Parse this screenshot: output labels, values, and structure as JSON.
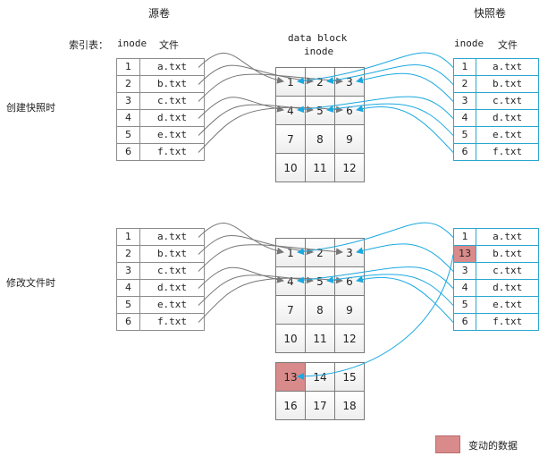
{
  "titles": {
    "source_volume": "源卷",
    "snapshot_volume": "快照卷",
    "index_table": "索引表：",
    "inode_header": "inode",
    "file_header": "文件",
    "data_block_line1": "data block",
    "data_block_line2": "inode"
  },
  "phases": [
    {
      "label": "创建快照时"
    },
    {
      "label": "修改文件时"
    }
  ],
  "src_rows": [
    {
      "inode": "1",
      "file": "a.txt"
    },
    {
      "inode": "2",
      "file": "b.txt"
    },
    {
      "inode": "3",
      "file": "c.txt"
    },
    {
      "inode": "4",
      "file": "d.txt"
    },
    {
      "inode": "5",
      "file": "e.txt"
    },
    {
      "inode": "6",
      "file": "f.txt"
    }
  ],
  "snap_rows_1": [
    {
      "inode": "1",
      "file": "a.txt"
    },
    {
      "inode": "2",
      "file": "b.txt"
    },
    {
      "inode": "3",
      "file": "c.txt"
    },
    {
      "inode": "4",
      "file": "d.txt"
    },
    {
      "inode": "5",
      "file": "e.txt"
    },
    {
      "inode": "6",
      "file": "f.txt"
    }
  ],
  "snap_rows_2": [
    {
      "inode": "1",
      "file": "a.txt"
    },
    {
      "inode": "13",
      "file": "b.txt",
      "changed": true
    },
    {
      "inode": "3",
      "file": "c.txt"
    },
    {
      "inode": "4",
      "file": "d.txt"
    },
    {
      "inode": "5",
      "file": "e.txt"
    },
    {
      "inode": "6",
      "file": "f.txt"
    }
  ],
  "blocks_1": [
    "1",
    "2",
    "3",
    "4",
    "5",
    "6",
    "7",
    "8",
    "9",
    "10",
    "11",
    "12"
  ],
  "blocks_2": [
    "1",
    "2",
    "3",
    "4",
    "5",
    "6",
    "7",
    "8",
    "9",
    "10",
    "11",
    "12"
  ],
  "blocks_2_extra": [
    "13",
    "14",
    "15",
    "16",
    "17",
    "18"
  ],
  "changed_block": "13",
  "legend": {
    "label": "变动的数据",
    "color": "#d98a8a"
  },
  "colors": {
    "source_arrow": "#777777",
    "snapshot_arrow": "#1aa9e0",
    "changed": "#d98a8a"
  }
}
